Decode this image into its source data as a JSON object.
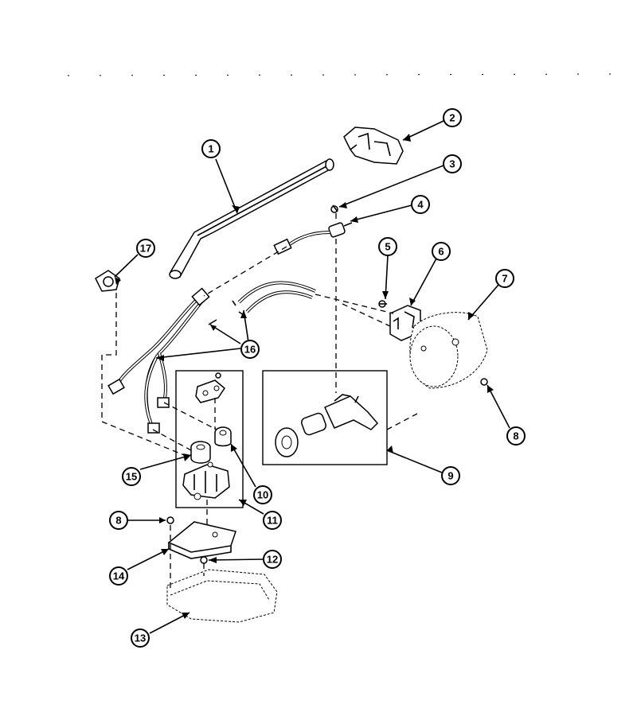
{
  "callouts": {
    "c1": "1",
    "c2": "2",
    "c3": "3",
    "c4": "4",
    "c5": "5",
    "c6": "6",
    "c7": "7",
    "c8a": "8",
    "c8b": "8",
    "c9": "9",
    "c10": "10",
    "c11": "11",
    "c12": "12",
    "c13": "13",
    "c14": "14",
    "c15": "15",
    "c16": "16",
    "c17": "17"
  },
  "colors": {
    "line": "#000000",
    "background": "#ffffff"
  }
}
